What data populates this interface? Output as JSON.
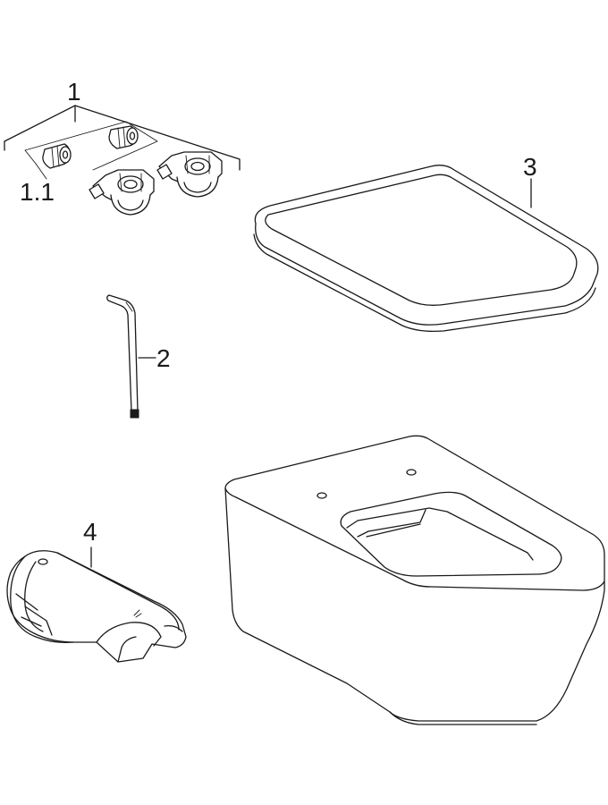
{
  "callouts": {
    "part_1": "1",
    "part_1_1": "1.1",
    "part_2": "2",
    "part_3": "3",
    "part_4": "4"
  },
  "colors": {
    "line": "#1a1a1a",
    "background": "#ffffff"
  }
}
